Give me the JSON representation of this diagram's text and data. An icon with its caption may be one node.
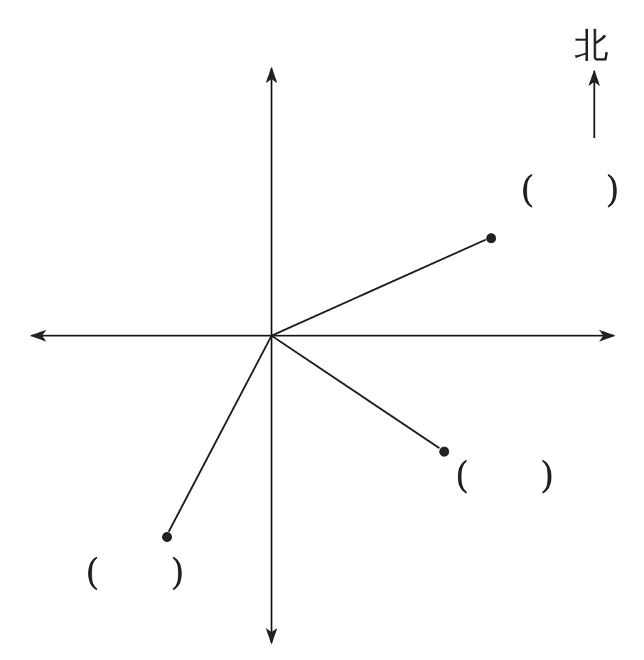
{
  "diagram": {
    "nodes": [
      {
        "text": [],
        "shape": "circle",
        "beside": [
          "(      )"
        ]
      },
      {
        "text": [],
        "shape": "circle",
        "beside": [
          "(      )"
        ]
      },
      {
        "text": [],
        "shape": "circle",
        "beside": [
          "(      )"
        ]
      }
    ],
    "edges": [
      {
        "from": null,
        "to": 0,
        "arrow": "none"
      },
      {
        "from": null,
        "to": 1,
        "arrow": "none"
      },
      {
        "from": null,
        "to": 2,
        "arrow": "none"
      }
    ],
    "labels": [
      "北"
    ]
  }
}
